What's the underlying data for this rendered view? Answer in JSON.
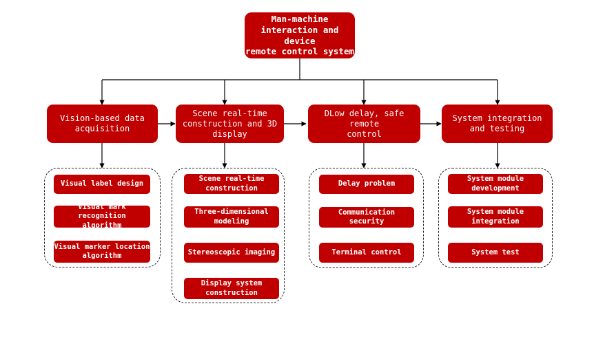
{
  "root": {
    "label": "Man-machine\ninteraction and device\nremote control system"
  },
  "categories": [
    {
      "label": "Vision-based data\nacquisition"
    },
    {
      "label": "Scene real-time\nconstruction and 3D\ndisplay"
    },
    {
      "label": "DLow delay, safe remote\ncontrol"
    },
    {
      "label": "System integration\nand testing"
    }
  ],
  "groups": [
    {
      "items": [
        "Visual label design",
        "Visual mark recognition\nalgorithm",
        "Visual marker location\nalgorithm"
      ]
    },
    {
      "items": [
        "Scene real-time\nconstruction",
        "Three-dimensional\nmodeling",
        "Stereoscopic imaging",
        "Display system\nconstruction"
      ]
    },
    {
      "items": [
        "Delay problem",
        "Communication security",
        "Terminal control"
      ]
    },
    {
      "items": [
        "System module\ndevelopment",
        "System module\nintegration",
        "System test"
      ]
    }
  ],
  "colors": {
    "box_fill": "#c00000",
    "box_text": "#ffffff",
    "line": "#000000",
    "group_border": "#222222"
  }
}
